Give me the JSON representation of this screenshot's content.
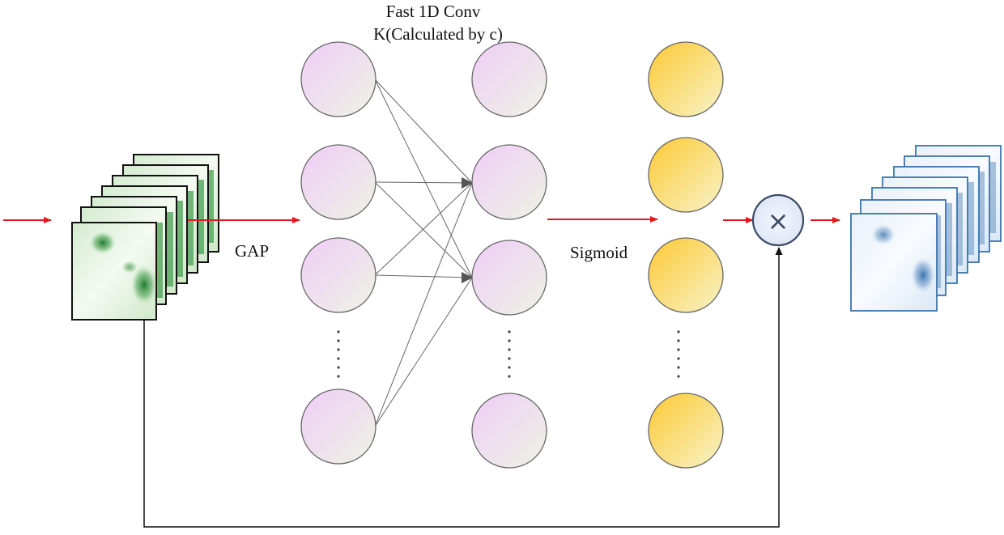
{
  "title_line1": "Fast 1D Conv",
  "title_line2": "K(Calculated by c)",
  "gap_label": "GAP",
  "sigmoid_label": "Sigmoid",
  "multiply_symbol": "×",
  "colors": {
    "arrow": "#e0191b",
    "line": "#333333",
    "node_purple_a": "#efcdf7",
    "node_purple_b": "#eef3e4",
    "node_yellow_a": "#fdc934",
    "node_yellow_b": "#f7f3c8",
    "input_map": "#2e8b3a",
    "output_map": "#3b73ad",
    "multiply_fill": "#e7edf9",
    "multiply_stroke": "#3c4a64"
  }
}
